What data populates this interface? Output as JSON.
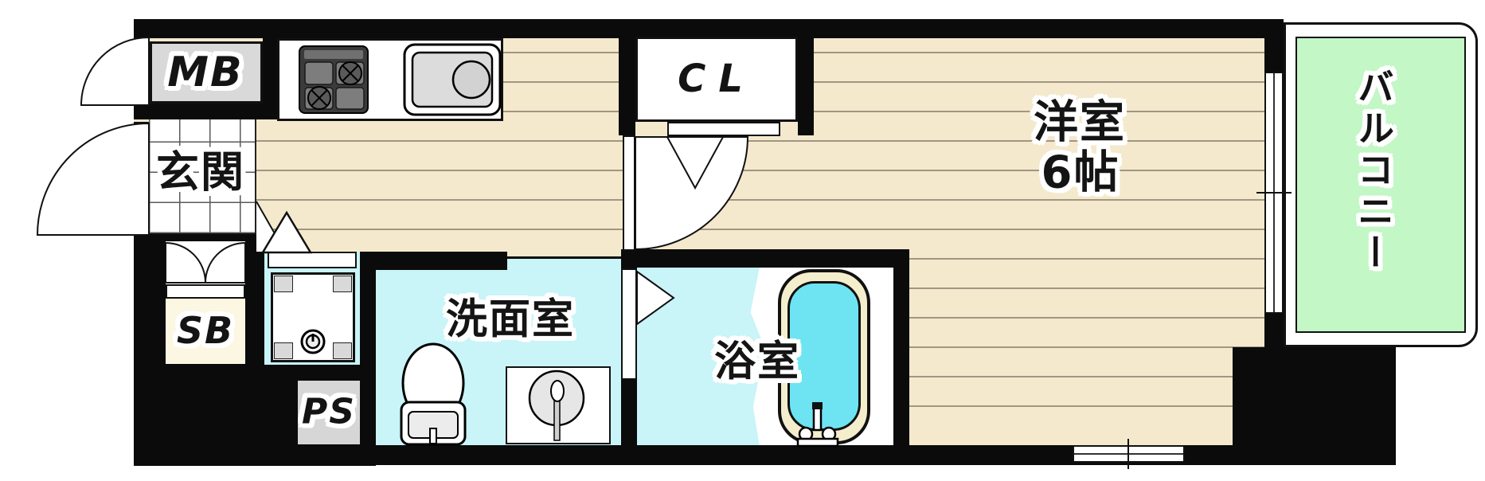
{
  "plan": {
    "type": "apartment-floor-plan",
    "rooms": {
      "meter_box": {
        "label": "MB"
      },
      "closet": {
        "label": "CL"
      },
      "entrance": {
        "label": "玄関"
      },
      "shoe_box": {
        "label": "SB"
      },
      "pipe_space": {
        "label": "PS"
      },
      "washroom": {
        "label": "洗面室"
      },
      "bathroom": {
        "label": "浴室"
      },
      "western_room": {
        "label": "洋室",
        "size": "6帖"
      },
      "balcony": {
        "label": "バルコニー"
      }
    },
    "colors": {
      "wall_black": "#0b0b0b",
      "wood_floor_cream": "#f4e9cd",
      "wet_area_cyan": "#c9f4f8",
      "balcony_green": "#c3f7c6",
      "bathtub_water_cyan": "#6ee4f2",
      "bathtub_rim_cream": "#f4eecd",
      "service_box_gray": "#d9d9d9",
      "shoe_box_cream": "#fbf7e2"
    }
  }
}
